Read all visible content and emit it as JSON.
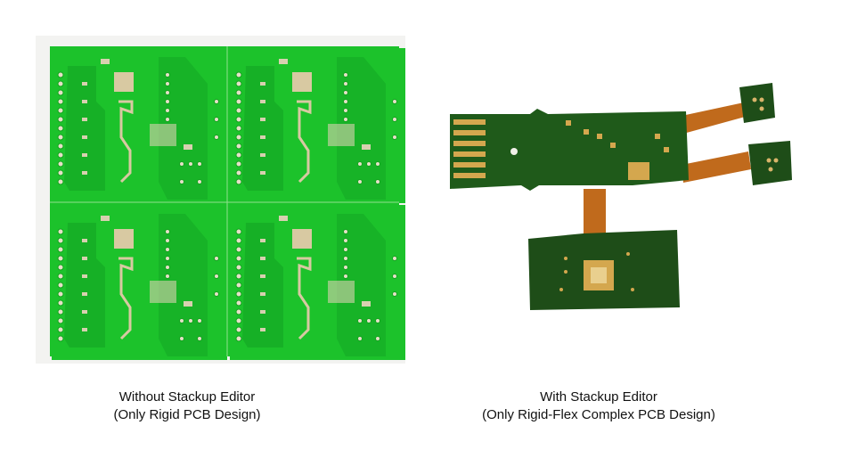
{
  "left": {
    "caption_line1": "Without Stackup Editor",
    "caption_line2": "(Only Rigid PCB Design)"
  },
  "right": {
    "caption_line1": "With Stackup Editor",
    "caption_line2": "(Only Rigid-Flex Complex PCB Design)"
  },
  "colors": {
    "rigid_pcb_green": "#19c02a",
    "soldermask_dark": "#1f5a1a",
    "flex_copper": "#c06a1c",
    "pad_gold": "#d8c9a2"
  }
}
